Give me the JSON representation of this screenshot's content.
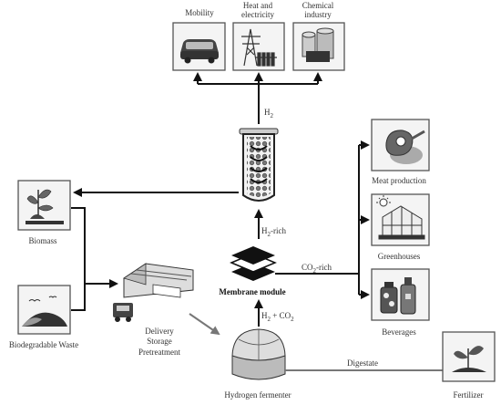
{
  "uses": {
    "mobility": "Mobility",
    "heat_line1": "Heat and",
    "heat_line2": "electricity",
    "chem_line1": "Chemical",
    "chem_line2": "industry"
  },
  "hydrogen": {
    "main": "H",
    "sub": "2"
  },
  "h2_rich": {
    "main": "H",
    "sub": "2",
    "rest": "-rich"
  },
  "membrane": "Membrane module",
  "co2_rich": {
    "main": "CO",
    "sub": "2",
    "rest": "-rich"
  },
  "h2_co2": {
    "p1": "H",
    "s1": "2",
    "p2": " + CO",
    "s2": "2"
  },
  "outputs": {
    "meat": "Meat production",
    "greenhouses": "Greenhouses",
    "beverages": "Beverages"
  },
  "sources": {
    "biomass": "Biomass",
    "waste": "Biodegradable Waste"
  },
  "delivery": {
    "line1": "Delivery",
    "line2": "Storage",
    "line3": "Pretreatment"
  },
  "fermenter": "Hydrogen fermenter",
  "digestate": "Digestate",
  "fertilizer": "Fertilizer",
  "colors": {
    "arrow": "#111111",
    "grey_arrow": "#777777",
    "box_border": "#555555"
  },
  "icons": [
    "car-icon",
    "power-tower-icon",
    "chemical-tanks-icon",
    "meat-icon",
    "greenhouse-icon",
    "bottles-icon",
    "plant-icon",
    "waste-pile-icon",
    "sprout-icon",
    "warehouse-icon",
    "truck-icon",
    "fermenter-tank-icon",
    "reactor-tube-icon",
    "membrane-stack-icon"
  ]
}
